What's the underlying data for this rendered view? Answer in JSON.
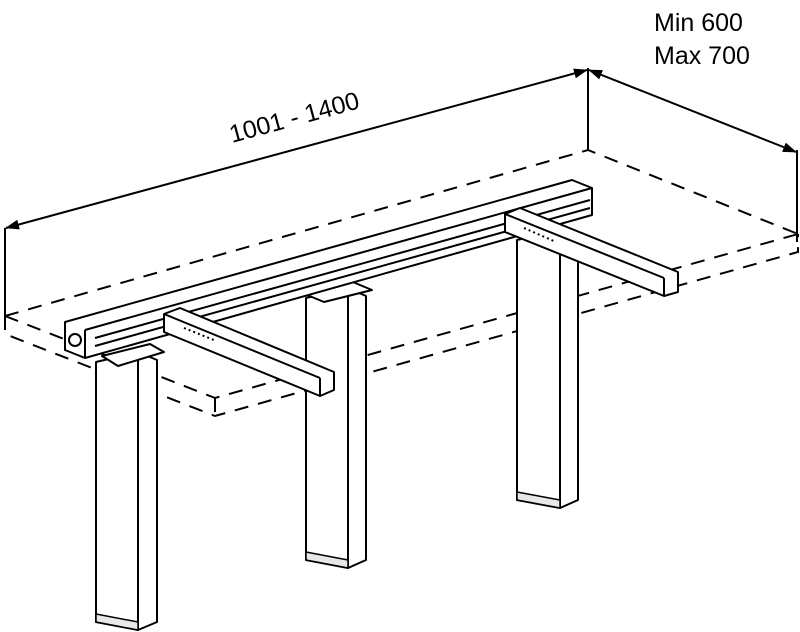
{
  "dimensions": {
    "length": "1001 - 1400",
    "depth_min": "Min 600",
    "depth_max": "Max 700"
  },
  "colors": {
    "line": "#000000",
    "background": "#ffffff"
  }
}
